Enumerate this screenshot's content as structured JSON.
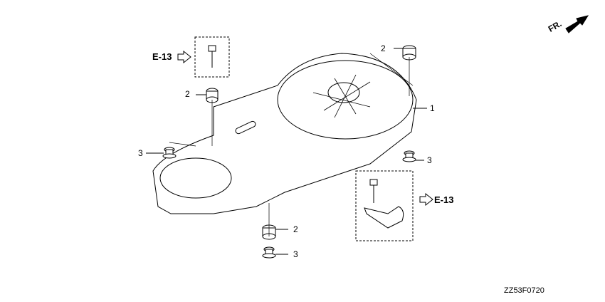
{
  "diagram": {
    "orientation_label": "FR.",
    "references": [
      {
        "text": "E-13"
      },
      {
        "text": "E-13"
      }
    ],
    "callouts": [
      {
        "number": "2"
      },
      {
        "number": "2"
      },
      {
        "number": "1"
      },
      {
        "number": "3"
      },
      {
        "number": "3"
      },
      {
        "number": "2"
      },
      {
        "number": "3"
      }
    ],
    "drawing_code": "ZZ53F0720"
  }
}
